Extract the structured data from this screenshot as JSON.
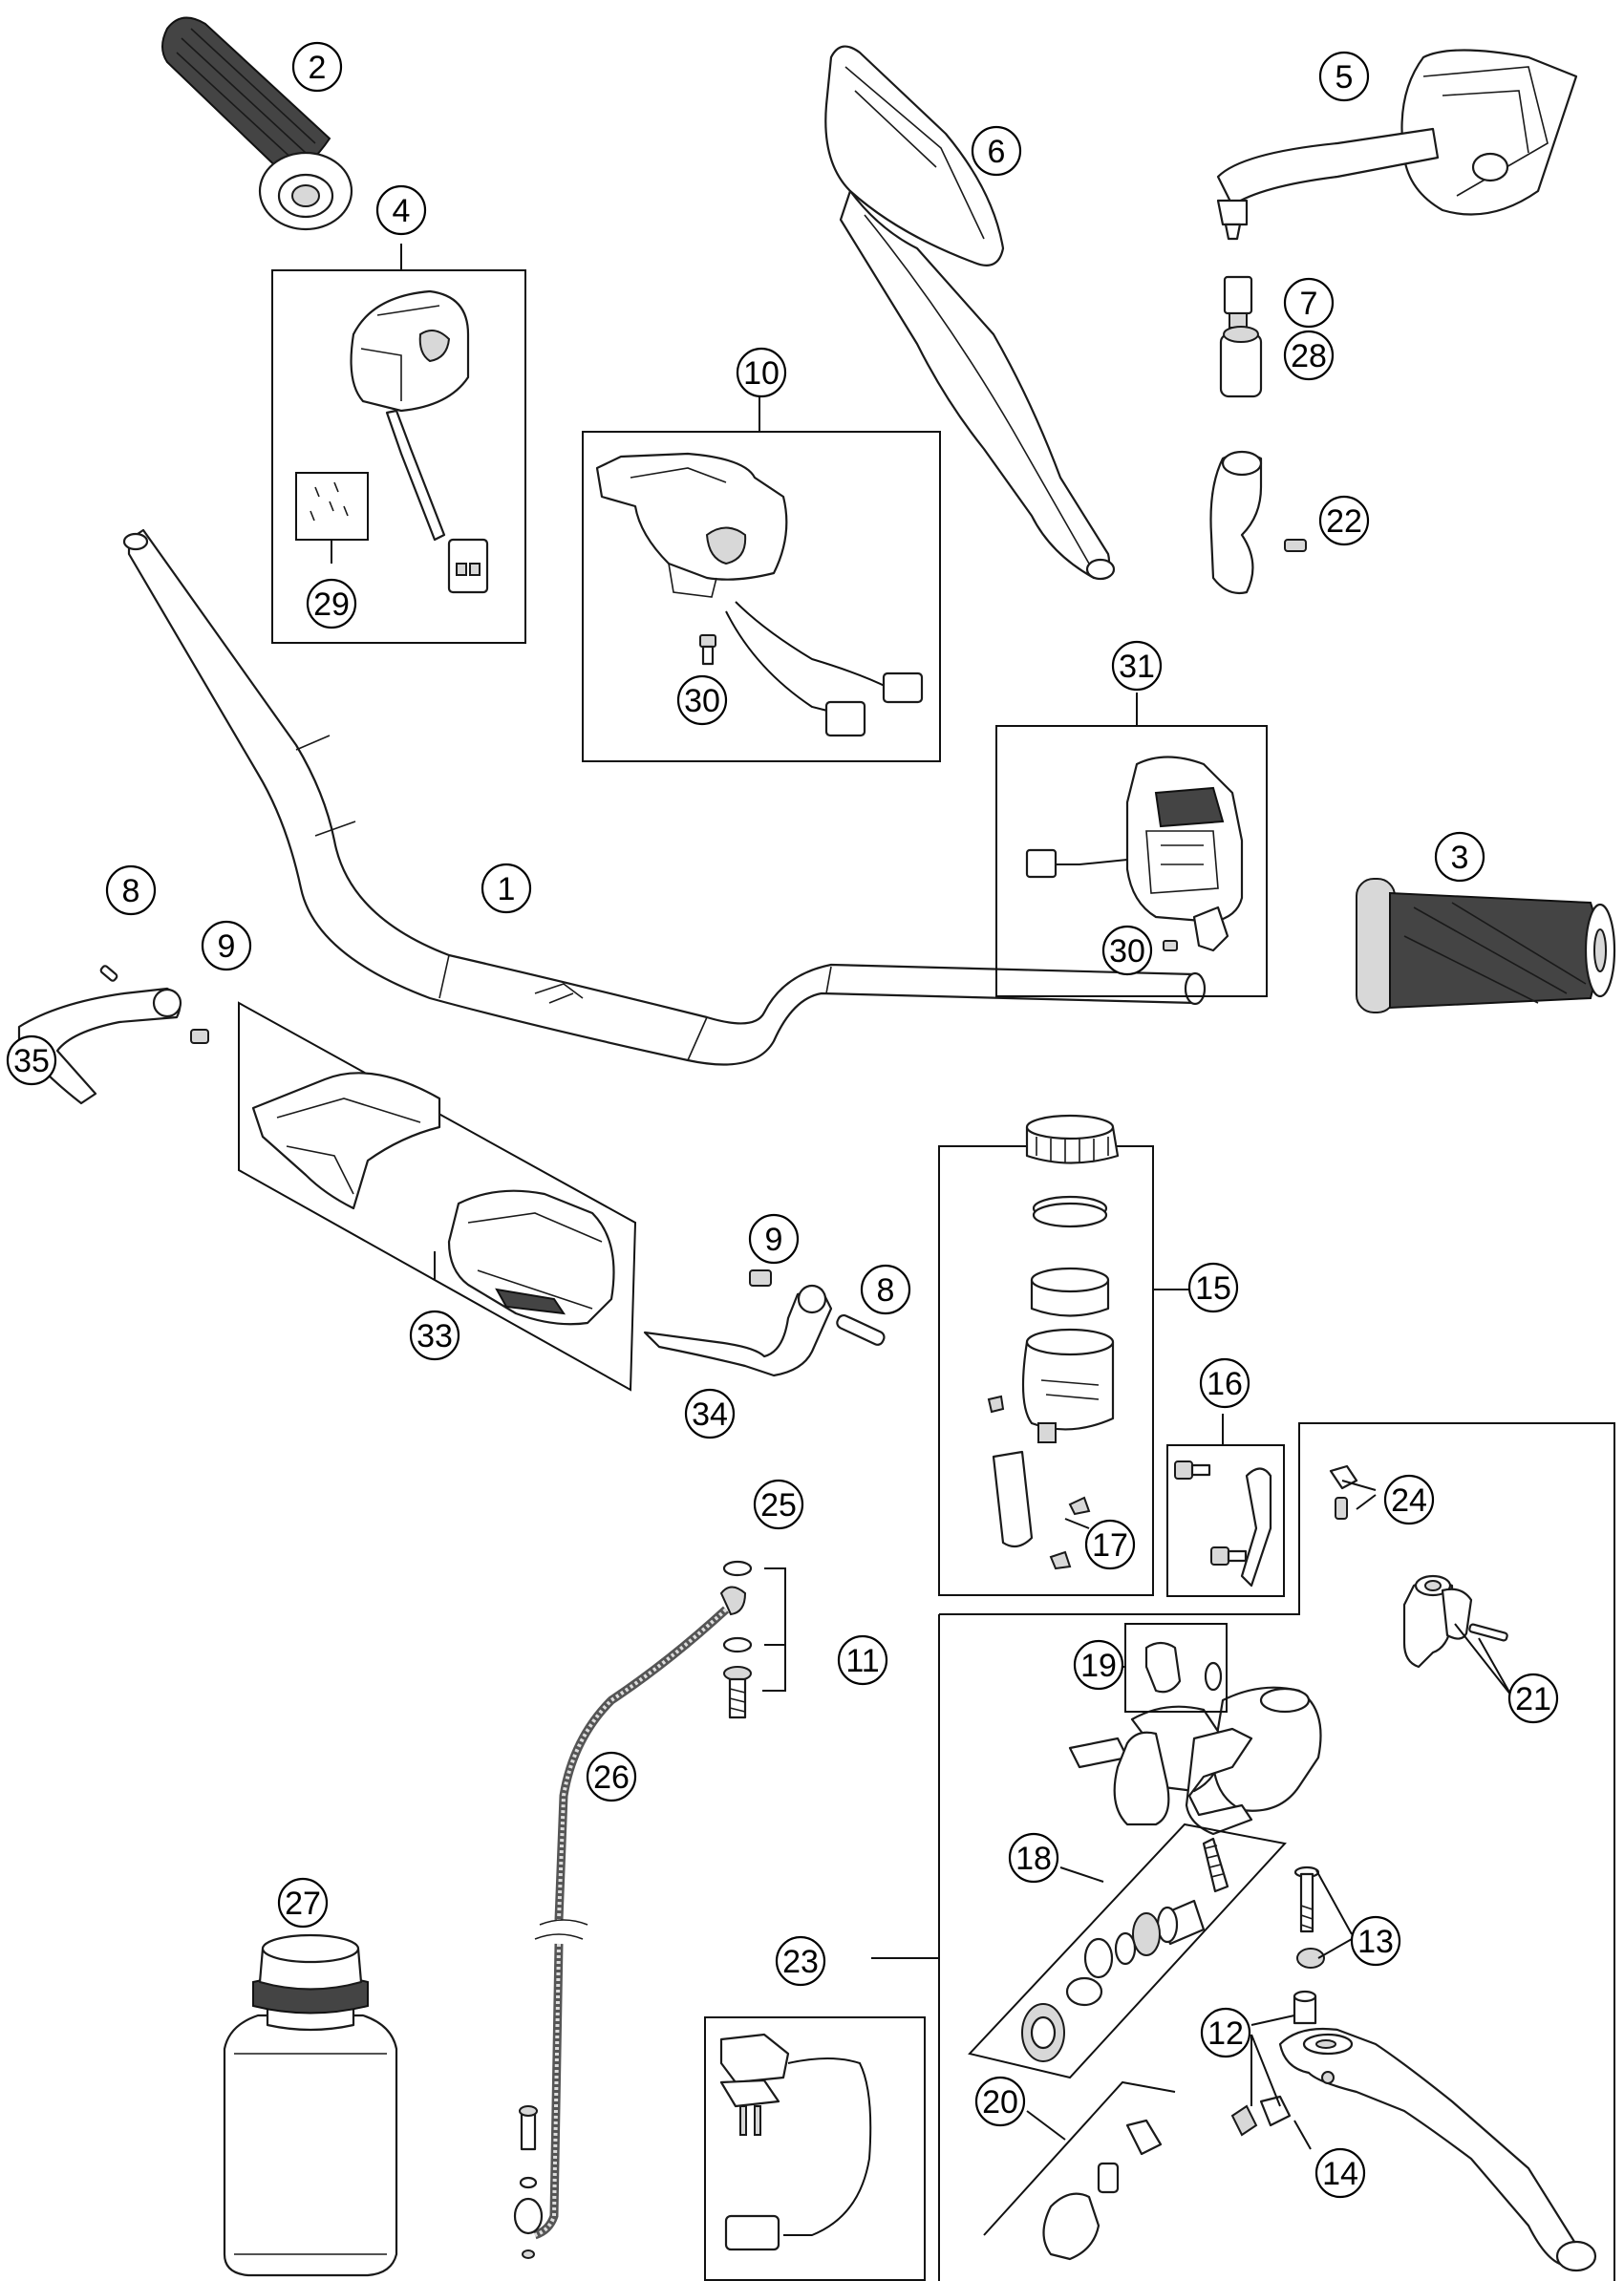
{
  "labels": {
    "l1": "1",
    "l2": "2",
    "l3": "3",
    "l4": "4",
    "l5": "5",
    "l6": "6",
    "l7": "7",
    "l8a": "8",
    "l8b": "8",
    "l9a": "9",
    "l9b": "9",
    "l10": "10",
    "l11": "11",
    "l12": "12",
    "l13": "13",
    "l14": "14",
    "l15": "15",
    "l16": "16",
    "l17": "17",
    "l18": "18",
    "l19": "19",
    "l20": "20",
    "l21": "21",
    "l22": "22",
    "l23": "23",
    "l24": "24",
    "l25": "25",
    "l26": "26",
    "l27": "27",
    "l28": "28",
    "l29": "29",
    "l30a": "30",
    "l30b": "30",
    "l31": "31",
    "l33": "33",
    "l34": "34",
    "l35": "35"
  },
  "parts": [
    "handlebar",
    "left-grip",
    "right-grip",
    "switch-assembly-left",
    "mirror-right",
    "mirror-left",
    "mirror-adapter",
    "screw",
    "nut",
    "switch-assembly-right",
    "clutch-master-cylinder",
    "pivot-bolt",
    "pivot-screw",
    "clutch-lever",
    "reservoir-kit",
    "clamp-set",
    "reservoir-fittings",
    "piston-kit",
    "banjo-adapter",
    "lever-adapter",
    "clamp-kit",
    "mirror-clamp",
    "clutch-switch",
    "bleeder",
    "banjo-bolt-kit",
    "clutch-line",
    "hydraulic-fluid-bottle",
    "mirror-extension",
    "switch-screws",
    "screw-30",
    "start-stop-switch",
    "handguard-set",
    "handguard-bracket-right",
    "handguard-bracket-left"
  ]
}
